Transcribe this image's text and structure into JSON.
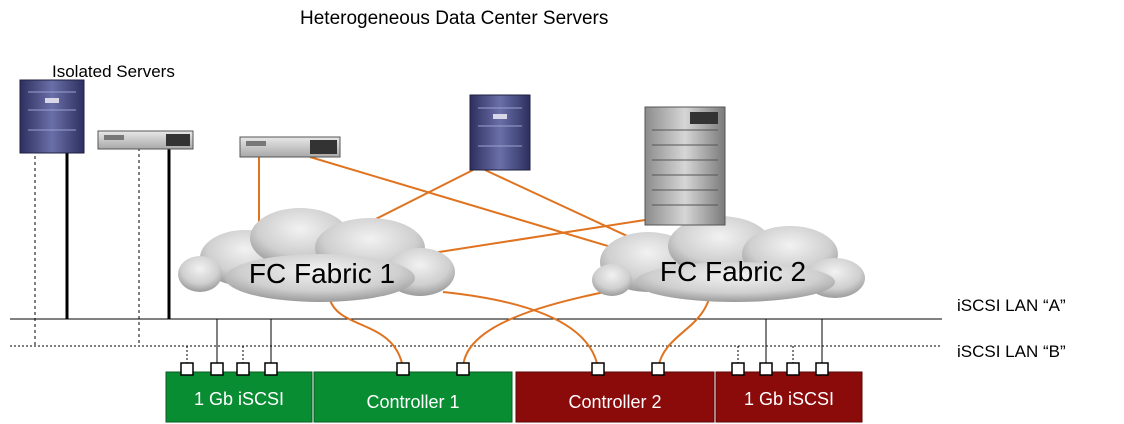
{
  "title": "Heterogeneous Data Center Servers",
  "isolated_servers_label": "Isolated Servers",
  "fabrics": [
    {
      "label": "FC Fabric 1"
    },
    {
      "label": "FC Fabric 2"
    }
  ],
  "lans": [
    {
      "label": "iSCSI LAN “A”"
    },
    {
      "label": "iSCSI LAN “B”"
    }
  ],
  "storage_blocks": [
    {
      "label": "1 Gb iSCSI",
      "color": "#098d32"
    },
    {
      "label": "Controller 1",
      "color": "#098d32"
    },
    {
      "label": "Controller 2",
      "color": "#8b0a0a"
    },
    {
      "label": "1 Gb iSCSI",
      "color": "#8b0a0a"
    }
  ],
  "colors": {
    "fc_link": "#e0731f",
    "green_storage": "#098d32",
    "red_storage": "#8b0a0a",
    "cloud_fill": "#c9c9c9"
  }
}
